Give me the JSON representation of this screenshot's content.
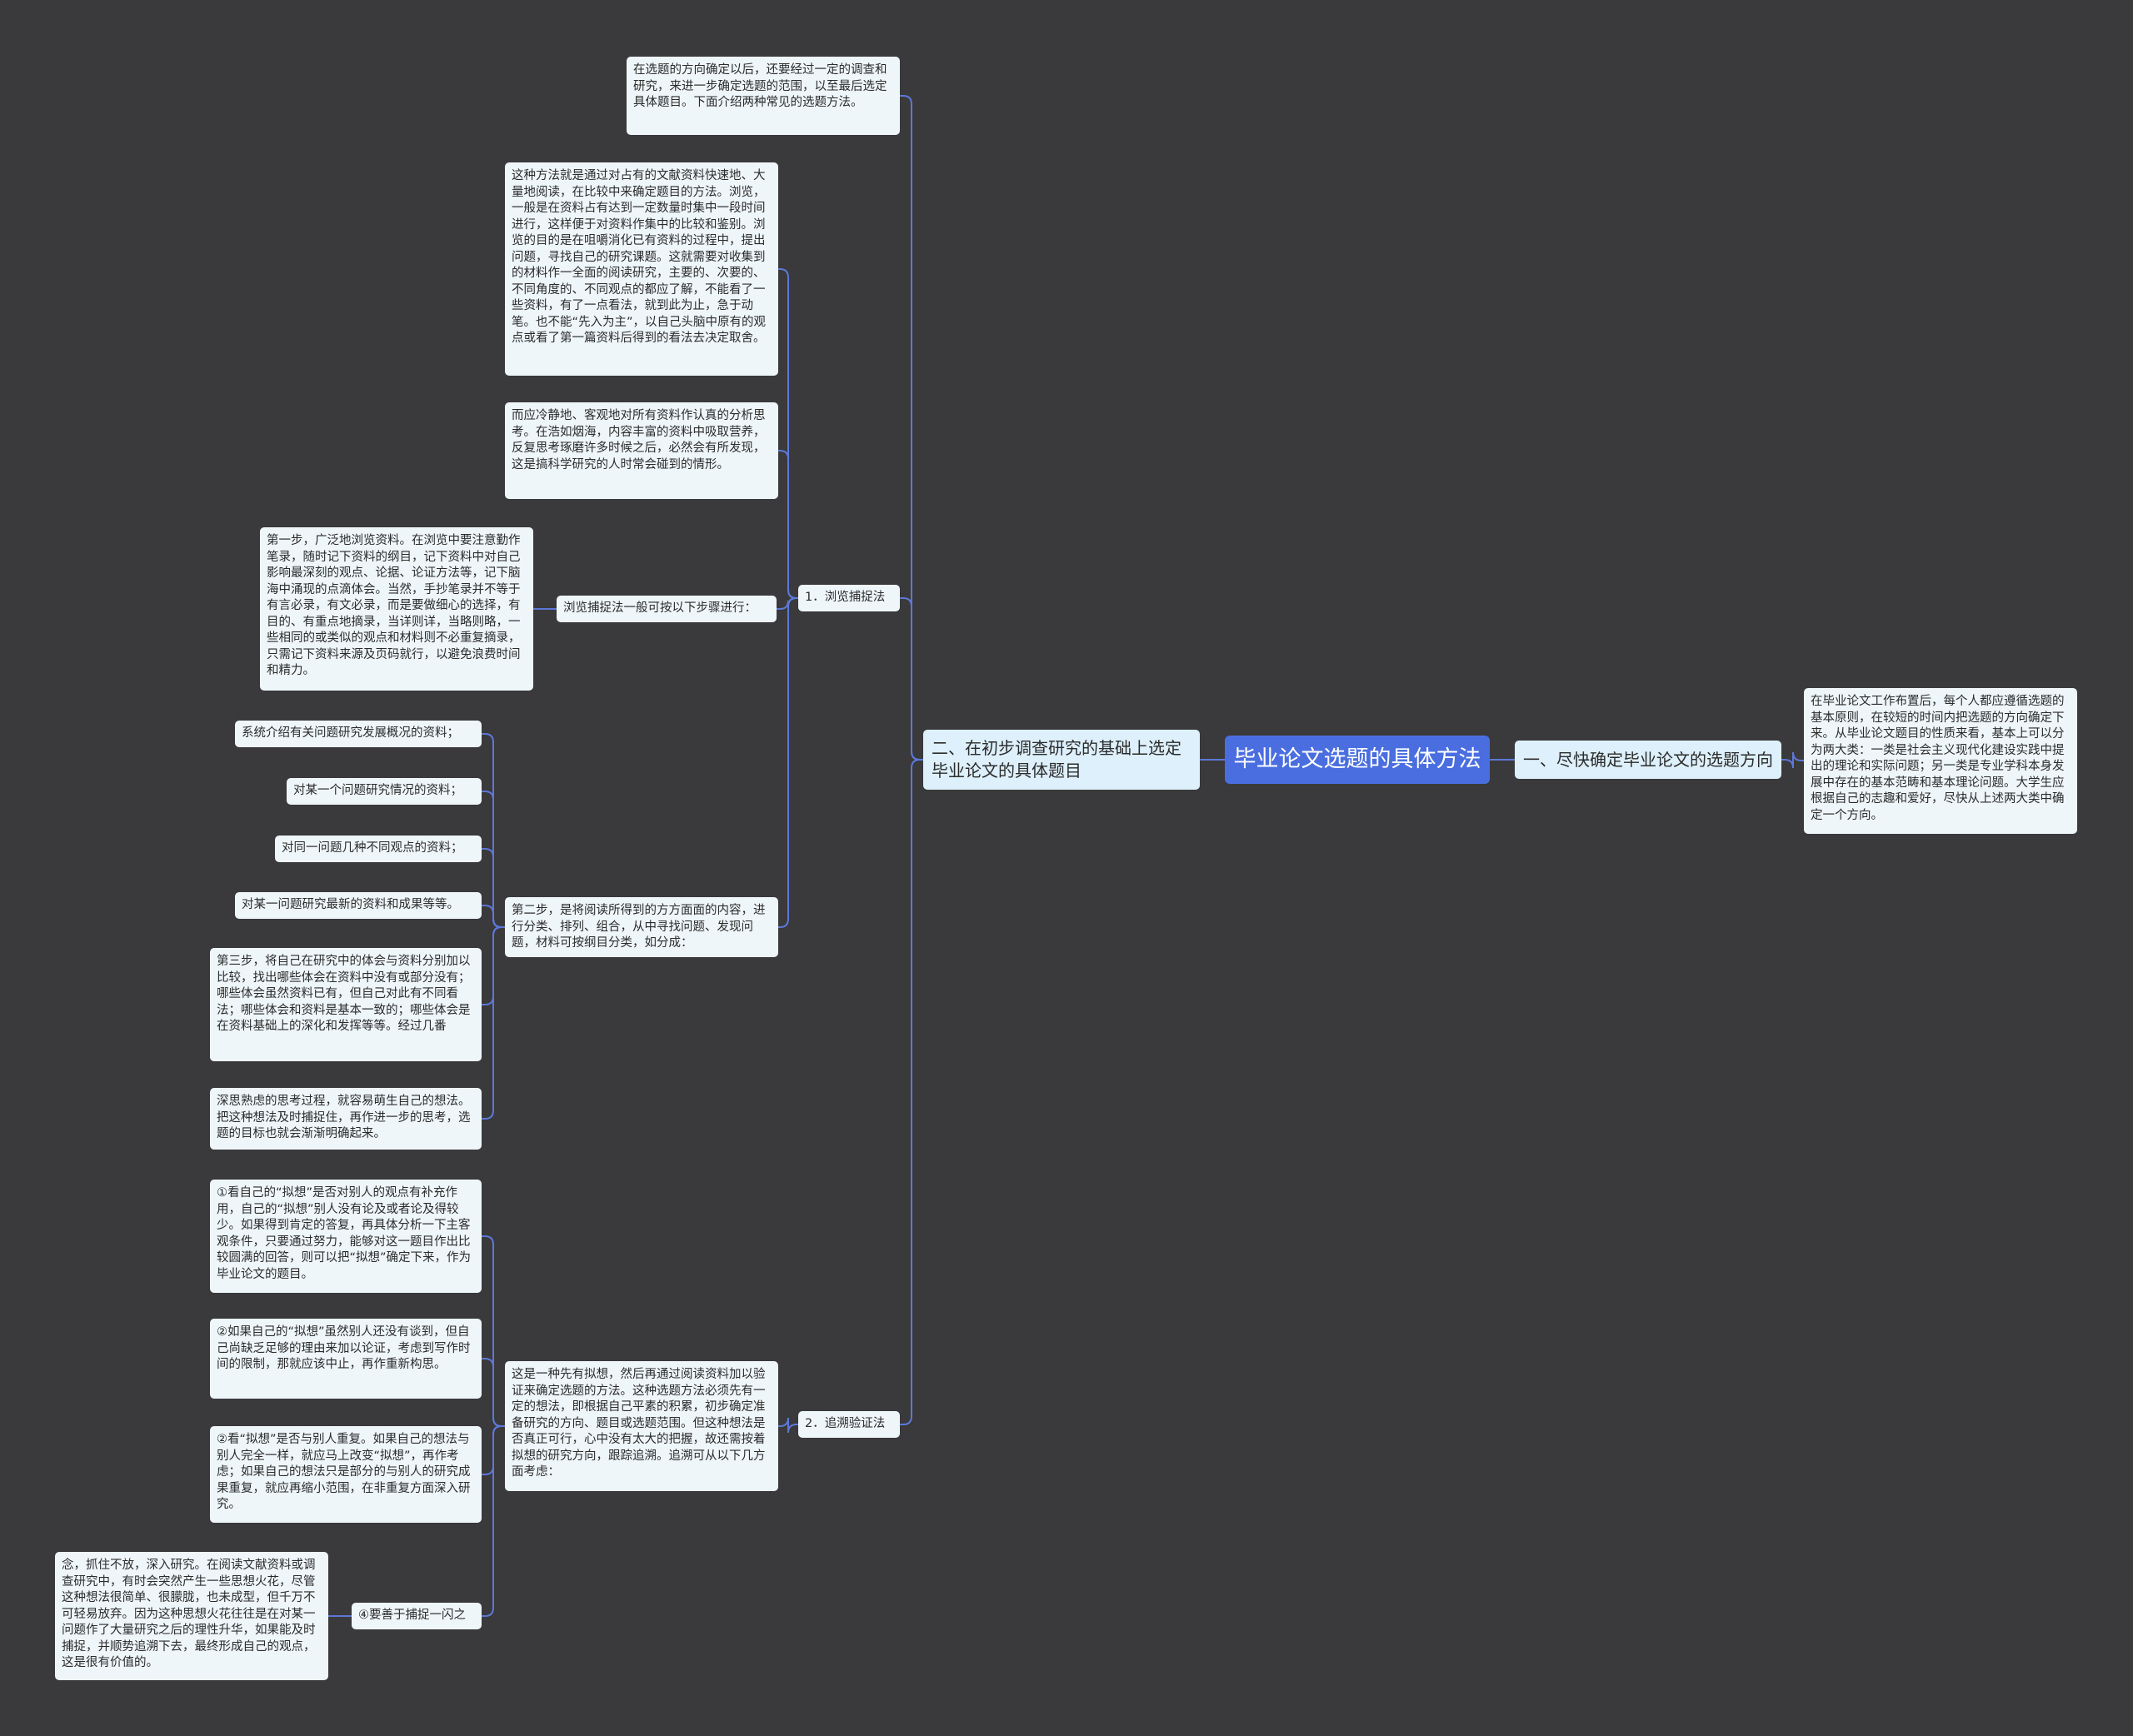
{
  "colors": {
    "background": "#3a393b",
    "root": "#4a6ee0",
    "connector": "#5c78d8",
    "node": "#eef6fa",
    "branch": "#ddf0fb"
  },
  "root": {
    "title": "毕业论文选题的具体方法"
  },
  "branch_right": {
    "title": "一、尽快确定毕业论文的选题方向",
    "detail": "在毕业论文工作布置后，每个人都应遵循选题的基本原则，在较短的时间内把选题的方向确定下来。从毕业论文题目的性质来看，基本上可以分为两大类：一类是社会主义现代化建设实践中提出的理论和实际问题；另一类是专业学科本身发展中存在的基本范畴和基本理论问题。大学生应根据自己的志趣和爱好，尽快从上述两大类中确定一个方向。"
  },
  "branch_left": {
    "title": "二、在初步调查研究的基础上选定毕业论文的具体题目",
    "intro": "在选题的方向确定以后，还要经过一定的调查和研究，来进一步确定选题的范围，以至最后选定具体题目。下面介绍两种常见的选题方法。",
    "method1": {
      "title": "1．浏览捕捉法",
      "desc1": "这种方法就是通过对占有的文献资料快速地、大量地阅读，在比较中来确定题目的方法。浏览，一般是在资料占有达到一定数量时集中一段时间进行，这样便于对资料作集中的比较和鉴别。浏览的目的是在咀嚼消化已有资料的过程中，提出问题，寻找自己的研究课题。这就需要对收集到的材料作一全面的阅读研究，主要的、次要的、不同角度的、不同观点的都应了解，不能看了一些资料，有了一点看法，就到此为止，急于动笔。也不能“先入为主”，以自己头脑中原有的观点或看了第一篇资料后得到的看法去决定取舍。",
      "desc2": "而应冷静地、客观地对所有资料作认真的分析思考。在浩如烟海，内容丰富的资料中吸取营养，反复思考琢磨许多时候之后，必然会有所发现，这是搞科学研究的人时常会碰到的情形。",
      "steps_label": "浏览捕捉法一般可按以下步骤进行：",
      "step1": "第一步，广泛地浏览资料。在浏览中要注意勤作笔录，随时记下资料的纲目，记下资料中对自己影响最深刻的观点、论据、论证方法等，记下脑海中涌现的点滴体会。当然，手抄笔录并不等于有言必录，有文必录，而是要做细心的选择，有目的、有重点地摘录，当详则详，当略则略，一些相同的或类似的观点和材料则不必重复摘录，只需记下资料来源及页码就行，以避免浪费时间和精力。",
      "step2": "第二步，是将阅读所得到的方方面面的内容，进行分类、排列、组合，从中寻找问题、发现问题，材料可按纲目分类，如分成：",
      "categories": [
        "系统介绍有关问题研究发展概况的资料；",
        "对某一个问题研究情况的资料；",
        "对同一问题几种不同观点的资料；",
        "对某一问题研究最新的资料和成果等等。"
      ],
      "step3": "第三步，将自己在研究中的体会与资料分别加以比较，找出哪些体会在资料中没有或部分没有；哪些体会虽然资料已有，但自己对此有不同看法；哪些体会和资料是基本一致的；哪些体会是在资料基础上的深化和发挥等等。经过几番",
      "step3_cont": "深思熟虑的思考过程，就容易萌生自己的想法。把这种想法及时捕捉住，再作进一步的思考，选题的目标也就会渐渐明确起来。"
    },
    "method2": {
      "title": "2．追溯验证法",
      "desc": "这是一种先有拟想，然后再通过阅读资料加以验证来确定选题的方法。这种选题方法必须先有一定的想法，即根据自己平素的积累，初步确定准备研究的方向、题目或选题范围。但这种想法是否真正可行，心中没有太大的把握，故还需按着拟想的研究方向，跟踪追溯。追溯可从以下几方面考虑：",
      "point1": "①看自己的“拟想”是否对别人的观点有补充作用，自己的“拟想”别人没有论及或者论及得较少。如果得到肯定的答复，再具体分析一下主客观条件，只要通过努力，能够对这一题目作出比较圆满的回答，则可以把“拟想”确定下来，作为毕业论文的题目。",
      "point2": "②如果自己的“拟想”虽然别人还没有谈到，但自己尚缺乏足够的理由来加以论证，考虑到写作时间的限制，那就应该中止，再作重新构思。",
      "point3": "②看“拟想”是否与别人重复。如果自己的想法与别人完全一样，就应马上改变“拟想”，再作考虑；如果自己的想法只是部分的与别人的研究成果重复，就应再缩小范围，在非重复方面深入研究。",
      "point4": "④要善于捕捉一闪之",
      "point4_detail": "念，抓住不放，深入研究。在阅读文献资料或调查研究中，有时会突然产生一些思想火花，尽管这种想法很简单、很朦胧，也未成型，但千万不可轻易放弃。因为这种思想火花往往是在对某一问题作了大量研究之后的理性升华，如果能及时捕捉，并顺势追溯下去，最终形成自己的观点，这是很有价值的。"
    }
  }
}
